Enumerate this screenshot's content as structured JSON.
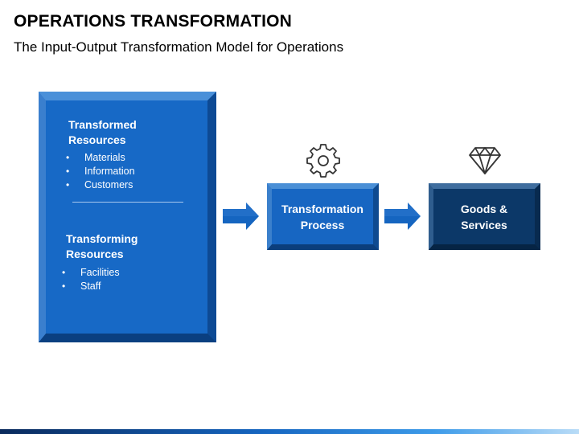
{
  "title": "OPERATIONS TRANSFORMATION",
  "subtitle": "The Input-Output Transformation Model for Operations",
  "inputs": {
    "transformed": {
      "title": "Transformed Resources",
      "items": [
        "Materials",
        "Information",
        "Customers"
      ]
    },
    "transforming": {
      "title": "Transforming Resources",
      "items": [
        "Facilities",
        "Staff"
      ]
    }
  },
  "process": {
    "label": "Transformation Process",
    "icon": "gear-icon"
  },
  "output": {
    "label": "Goods & Services",
    "icon": "diamond-icon"
  },
  "colors": {
    "primary_blue": "#1766c2",
    "dark_blue": "#0c3868",
    "arrow_blue": "#1565c0"
  }
}
